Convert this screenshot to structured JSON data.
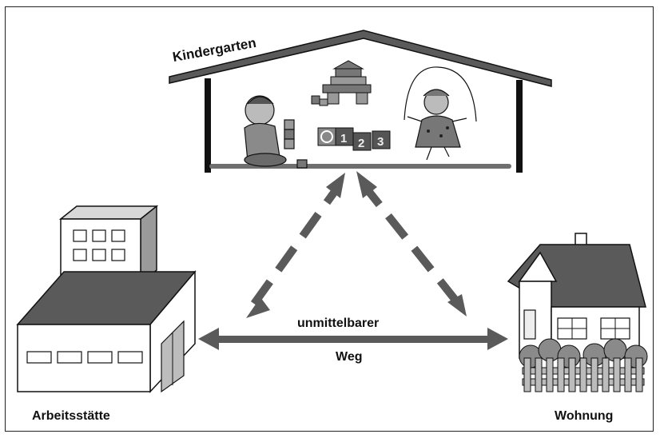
{
  "labels": {
    "kindergarten": "Kindergarten",
    "workplace": "Arbeitsstätte",
    "home": "Wohnung",
    "direct_route_line1": "unmittelbarer",
    "direct_route_line2": "Weg"
  },
  "toy_blocks": [
    "1",
    "2",
    "3"
  ],
  "colors": {
    "roof": "#5a5a5a",
    "arrow": "#5a5a5a",
    "outline": "#111111",
    "floor": "#6f6f6f",
    "fence": "#9a9a9a",
    "bush": "#8a8a8a"
  }
}
